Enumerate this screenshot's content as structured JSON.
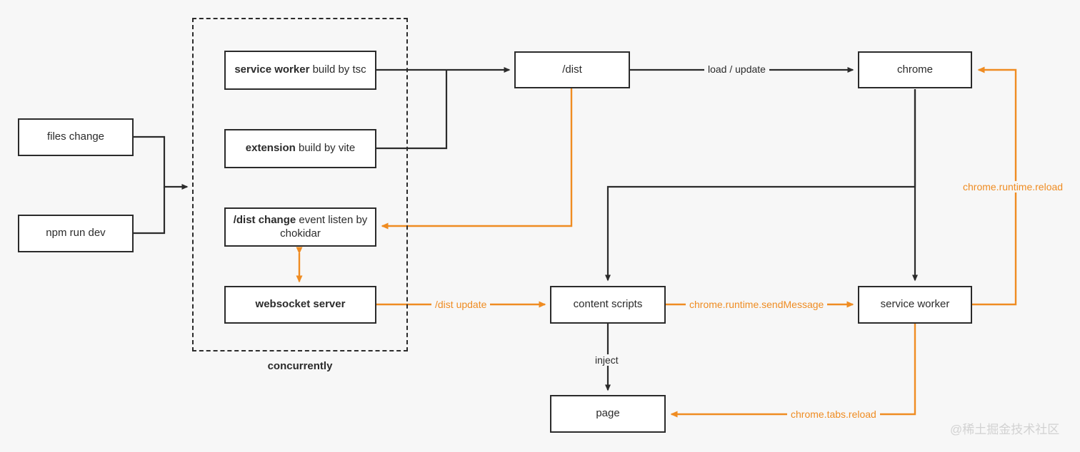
{
  "diagram": {
    "title": "chrome extension hot reload dev flow",
    "background_color": "#f7f7f7",
    "stroke_color": "#2b2b2b",
    "accent_color": "#ef8c22",
    "group": {
      "label": "concurrently"
    },
    "nodes": {
      "files_change": {
        "label": "files change"
      },
      "npm_run_dev": {
        "label": "npm run dev"
      },
      "service_worker_build": {
        "strong": "service worker",
        "rest": " build by tsc"
      },
      "extension_build": {
        "strong": "extension",
        "rest": " build by vite"
      },
      "dist_change": {
        "strong": "/dist change",
        "rest": " event listen by chokidar"
      },
      "websocket_server": {
        "label": "websocket server"
      },
      "dist": {
        "label": "/dist"
      },
      "chrome": {
        "label": "chrome"
      },
      "content_scripts": {
        "label": "content scripts"
      },
      "service_worker": {
        "label": "service worker"
      },
      "page": {
        "label": "page"
      }
    },
    "edge_labels": {
      "load_update": "load / update",
      "dist_update": "/dist update",
      "send_message": "chrome.runtime.sendMessage",
      "runtime_reload": "chrome.runtime.reload",
      "tabs_reload": "chrome.tabs.reload",
      "inject": "inject"
    },
    "watermark": "@稀土掘金技术社区"
  }
}
